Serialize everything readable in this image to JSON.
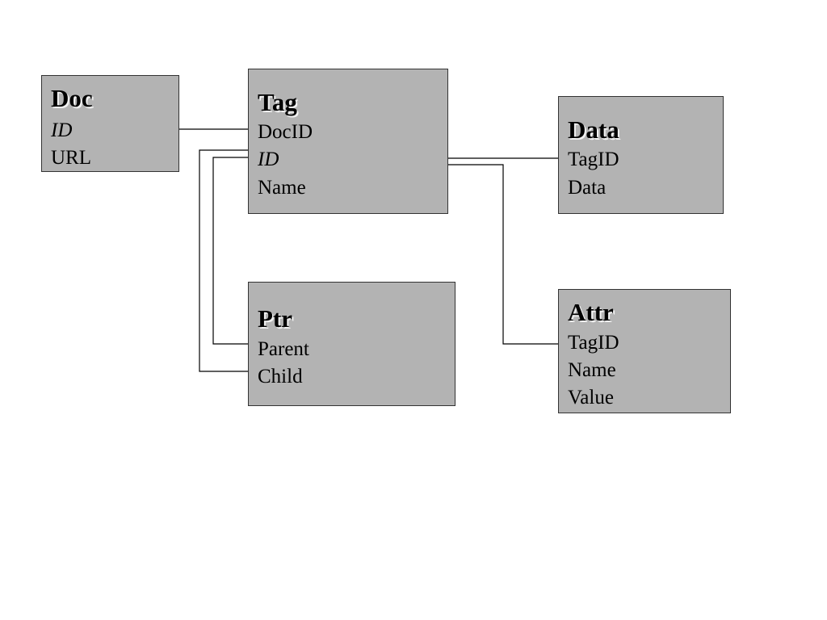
{
  "diagram": {
    "entities": {
      "doc": {
        "title": "Doc",
        "fields": [
          "ID",
          "URL"
        ]
      },
      "tag": {
        "title": "Tag",
        "fields": [
          "DocID",
          "ID",
          "Name"
        ]
      },
      "data": {
        "title": "Data",
        "fields": [
          "TagID",
          "Data"
        ]
      },
      "ptr": {
        "title": "Ptr",
        "fields": [
          "Parent",
          "Child"
        ]
      },
      "attr": {
        "title": "Attr",
        "fields": [
          "TagID",
          "Name",
          "Value"
        ]
      }
    },
    "relationships": [
      {
        "from": "Tag.DocID",
        "to": "Doc.ID"
      },
      {
        "from": "Data.TagID",
        "to": "Tag.ID"
      },
      {
        "from": "Attr.TagID",
        "to": "Tag.ID"
      },
      {
        "from": "Ptr.Parent",
        "to": "Tag.ID"
      },
      {
        "from": "Ptr.Child",
        "to": "Tag.ID"
      }
    ],
    "colors": {
      "box_fill": "#b3b3b3",
      "box_border": "#333333",
      "line": "#000000",
      "background": "#ffffff"
    }
  }
}
